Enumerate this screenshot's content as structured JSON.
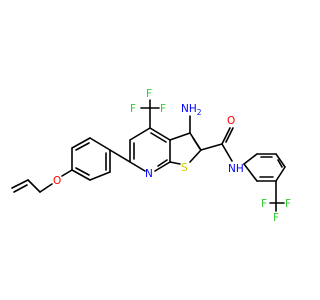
{
  "molecule": {
    "atom_labels": {
      "F1": "F",
      "F2": "F",
      "F3": "F",
      "NH2_N": "NH",
      "NH2_sub": "2",
      "O_amide": "O",
      "NH_amide": "NH",
      "S": "S",
      "N_pyridine": "N",
      "O_ether": "O",
      "F4": "F",
      "F5": "F",
      "F6": "F"
    }
  },
  "colors": {
    "bond": "#000000",
    "fluorine": "#33cc33",
    "nitrogen": "#0000ff",
    "oxygen": "#ff0000",
    "sulfur": "#cccc00"
  }
}
